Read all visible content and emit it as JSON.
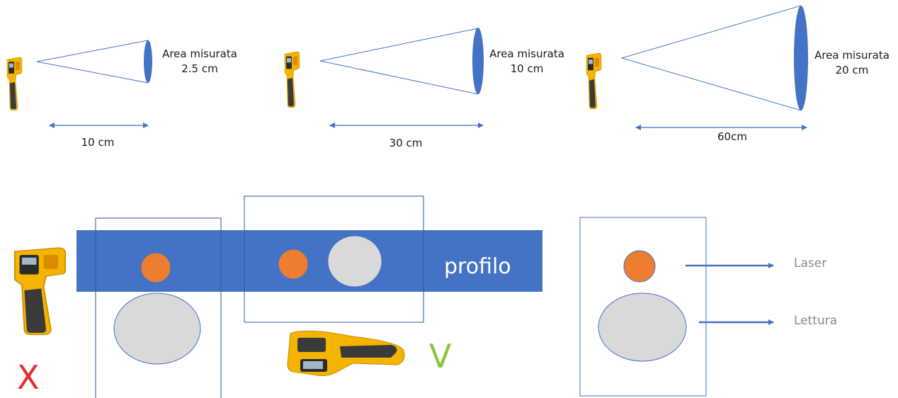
{
  "top": {
    "panels": [
      {
        "area_line1": "Area misurata",
        "area_line2": "2.5 cm",
        "distance": "10 cm"
      },
      {
        "area_line1": "Area misurata",
        "area_line2": "10 cm",
        "distance": "30 cm"
      },
      {
        "area_line1": "Area misurata",
        "area_line2": "20 cm",
        "distance": "60cm"
      }
    ]
  },
  "bottom": {
    "profile_label": "profilo",
    "wrong_mark": "X",
    "right_mark": "V",
    "legend": {
      "laser": "Laser",
      "reading": "Lettura"
    }
  },
  "colors": {
    "profile_band": "#4472c4",
    "laser_dot": "#ed7d31",
    "reading_spot": "#d9d9d9",
    "wrong": "#e32b2b",
    "right": "#8cc63f",
    "thermometer_body": "#f5b400",
    "thermometer_grip": "#3a3a3a"
  },
  "icons": [
    "infrared-thermometer-icon",
    "double-arrow-icon",
    "right-arrow-icon"
  ]
}
